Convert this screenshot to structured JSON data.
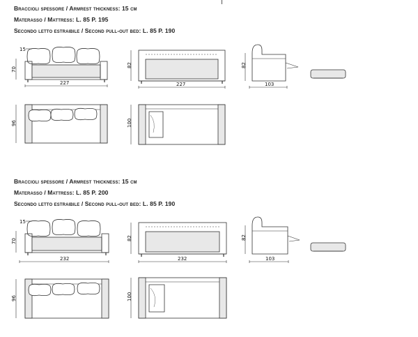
{
  "config_a": {
    "specs": {
      "armrest": "Braccioli spessore / Armrest thickness: 15 cm",
      "mattress": "Materasso / Mattress: L. 85   P. 195",
      "second_bed": "Secondo letto estraibile / Second pull-out bed: L. 85 P. 190"
    },
    "dims": {
      "arm": "15",
      "seat_height": "70",
      "front_width": "227",
      "bed_height": "82",
      "bed_width": "227",
      "side_height": "82",
      "side_depth": "103",
      "plan_depth": "96",
      "bed_plan_depth": "100"
    }
  },
  "config_b": {
    "specs": {
      "armrest": "Braccioli spessore / Armrest thickness: 15 cm",
      "mattress": "Materasso / Mattress: L. 85   P. 200",
      "second_bed": "Secondo letto estraibile / Second pull-out bed: L. 85 P. 190"
    },
    "dims": {
      "arm": "15",
      "seat_height": "70",
      "front_width": "232",
      "bed_height": "82",
      "bed_width": "232",
      "side_height": "82",
      "side_depth": "103",
      "plan_depth": "96",
      "bed_plan_depth": "100"
    }
  }
}
